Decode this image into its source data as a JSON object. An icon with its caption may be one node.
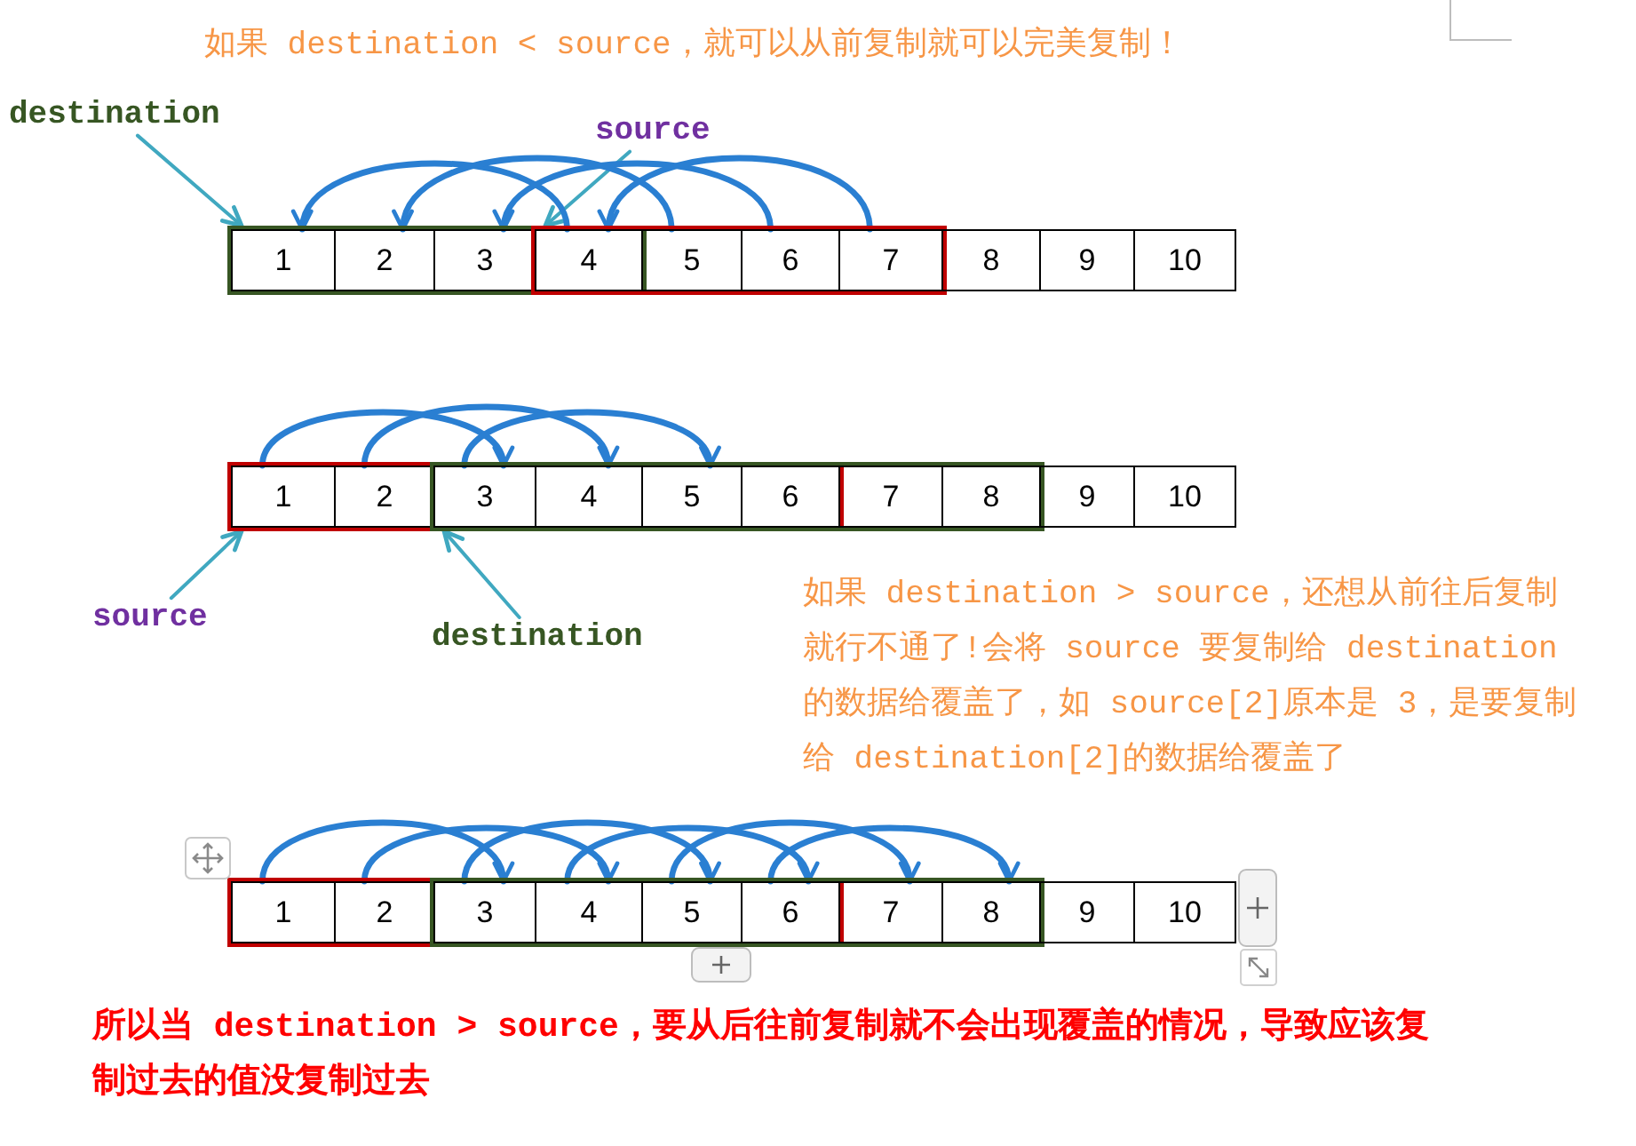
{
  "diagram": {
    "nodes": [
      {
        "text": [
          "destination"
        ]
      },
      {
        "text": [
          "source"
        ]
      },
      {
        "text": [],
        "shape": "box"
      },
      {
        "text": [],
        "shape": "box"
      },
      {
        "text": [
          "1"
        ],
        "in": 2
      },
      {
        "text": [
          "2"
        ],
        "in": 2
      },
      {
        "text": [
          "3"
        ],
        "in": 2
      },
      {
        "text": [
          "4"
        ]
      },
      {
        "text": [
          "5"
        ],
        "in": 3
      },
      {
        "text": [
          "6"
        ],
        "in": 3
      },
      {
        "text": [
          "7"
        ],
        "in": 3
      },
      {
        "text": [
          "8"
        ]
      },
      {
        "text": [
          "9"
        ]
      },
      {
        "text": [
          "10"
        ]
      },
      {
        "text": [],
        "shape": "box"
      },
      {
        "text": [],
        "shape": "box"
      },
      {
        "text": [
          "1"
        ],
        "in": 14
      },
      {
        "text": [
          "2"
        ],
        "in": 14
      },
      {
        "text": [
          "3"
        ]
      },
      {
        "text": [
          "4"
        ]
      },
      {
        "text": [
          "5"
        ]
      },
      {
        "text": [
          "6"
        ]
      },
      {
        "text": [
          "7"
        ],
        "in": 15
      },
      {
        "text": [
          "8"
        ],
        "in": 15
      },
      {
        "text": [
          "9"
        ]
      },
      {
        "text": [
          "10"
        ]
      },
      {
        "text": [
          "source"
        ]
      },
      {
        "text": [
          "destination"
        ]
      },
      {
        "text": [],
        "shape": "box"
      },
      {
        "text": [],
        "shape": "box"
      },
      {
        "text": [
          "1"
        ],
        "in": 28
      },
      {
        "text": [
          "2"
        ],
        "in": 28
      },
      {
        "text": [
          "3"
        ]
      },
      {
        "text": [
          "4"
        ]
      },
      {
        "text": [
          "5"
        ]
      },
      {
        "text": [
          "6"
        ]
      },
      {
        "text": [
          "7"
        ],
        "in": 29
      },
      {
        "text": [
          "8"
        ],
        "in": 29
      },
      {
        "text": [
          "9"
        ]
      },
      {
        "text": [
          "10"
        ]
      }
    ],
    "edges": [
      {
        "from": 0,
        "to": 2,
        "arrow": "to",
        "color": "#40a8c0"
      },
      {
        "from": 1,
        "to": 3,
        "arrow": "to",
        "color": "#40a8c0"
      },
      {
        "from": 7,
        "to": 4,
        "arrow": "to"
      },
      {
        "from": 8,
        "to": 5,
        "arrow": "to"
      },
      {
        "from": 9,
        "to": 6,
        "arrow": "to"
      },
      {
        "from": 10,
        "to": 7,
        "arrow": "to"
      },
      {
        "from": 16,
        "to": 18,
        "arrow": "to"
      },
      {
        "from": 17,
        "to": 19,
        "arrow": "to"
      },
      {
        "from": 18,
        "to": 20,
        "arrow": "to"
      },
      {
        "from": 26,
        "to": 14,
        "arrow": "to",
        "color": "#40a8c0"
      },
      {
        "from": 27,
        "to": 15,
        "arrow": "to",
        "color": "#40a8c0"
      },
      {
        "from": 30,
        "to": 32,
        "arrow": "to"
      },
      {
        "from": 31,
        "to": 33,
        "arrow": "to"
      },
      {
        "from": 32,
        "to": 34,
        "arrow": "to"
      },
      {
        "from": 33,
        "to": 35,
        "arrow": "to"
      },
      {
        "from": 34,
        "to": 36,
        "arrow": "to"
      },
      {
        "from": 35,
        "to": 37,
        "arrow": "to"
      }
    ],
    "labels": [
      "如果 destination < source，就可以从前复制就可以完美复制！",
      "如果 destination > source，还想从前往后复制就行不通了!会将 source 要复制给 destination的数据给覆盖了，如 source[2]原本是 3，是要复制给 destination[2]的数据给覆盖了",
      "所以当 destination > source，要从后往前复制就不会出现覆盖的情况，导致应该复制过去的值没复制过去"
    ]
  }
}
